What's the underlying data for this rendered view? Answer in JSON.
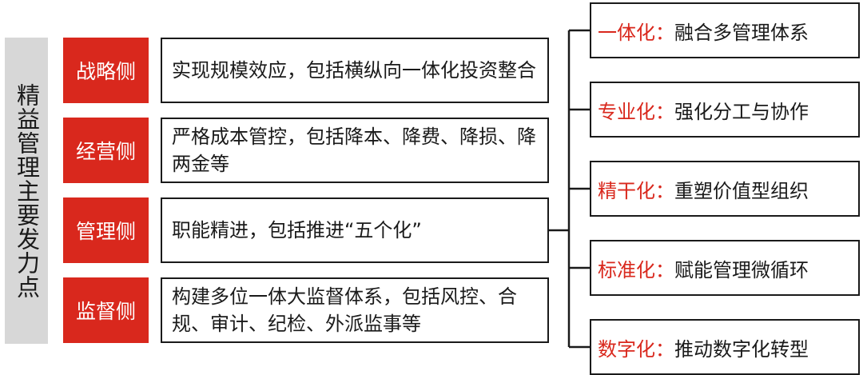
{
  "main_label": "精益管理主要发力点",
  "rows": [
    {
      "side": "战略侧",
      "desc": "实现规模效应，包括横纵向一体化投资整合"
    },
    {
      "side": "经营侧",
      "desc": "严格成本管控，包括降本、降费、降损、降两金等"
    },
    {
      "side": "管理侧",
      "desc": "职能精进，包括推进“五个化”"
    },
    {
      "side": "监督侧",
      "desc": "构建多位一体大监督体系，包括风控、合规、审计、纪检、外派监事等"
    }
  ],
  "five_items": [
    {
      "key": "一体化",
      "sep": "：",
      "text": "融合多管理体系"
    },
    {
      "key": "专业化",
      "sep": "：",
      "text": "强化分工与协作"
    },
    {
      "key": "精干化",
      "sep": "：",
      "text": "重塑价值型组织"
    },
    {
      "key": "标准化",
      "sep": "：",
      "text": "赋能管理微循环"
    },
    {
      "key": "数字化",
      "sep": "：",
      "text": "推动数字化转型"
    }
  ],
  "colors": {
    "accent": "#d9281d",
    "label_bg": "#d7d7d7",
    "border": "#1a1a1a"
  }
}
